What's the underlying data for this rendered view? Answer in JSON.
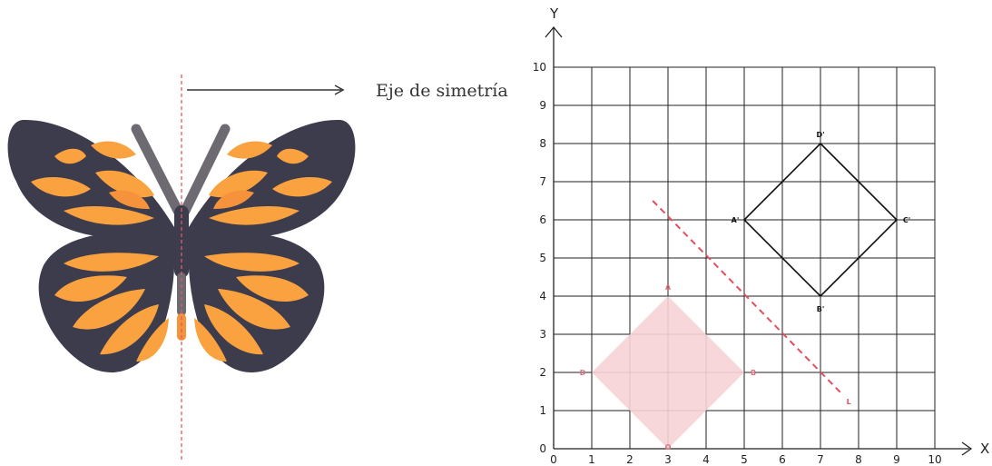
{
  "caption": "Eje de simetría",
  "axes": {
    "x_label": "X",
    "y_label": "Y",
    "x_ticks": [
      "0",
      "1",
      "2",
      "3",
      "4",
      "5",
      "6",
      "7",
      "8",
      "9",
      "10"
    ],
    "y_ticks": [
      "0",
      "1",
      "2",
      "3",
      "4",
      "5",
      "6",
      "7",
      "8",
      "9",
      "10"
    ]
  },
  "shapes": {
    "original": {
      "points": [
        {
          "label": "A",
          "x": 3,
          "y": 4
        },
        {
          "label": "B",
          "x": 5,
          "y": 2
        },
        {
          "label": "O",
          "x": 3,
          "y": 0
        },
        {
          "label": "D",
          "x": 1,
          "y": 2
        }
      ],
      "fill": "#f6d3d6",
      "label_color": "#e0707a"
    },
    "reflected": {
      "points": [
        {
          "label": "D'",
          "x": 7,
          "y": 8
        },
        {
          "label": "C'",
          "x": 9,
          "y": 6
        },
        {
          "label": "B'",
          "x": 7,
          "y": 4
        },
        {
          "label": "A'",
          "x": 5,
          "y": 6
        }
      ],
      "stroke": "#111111"
    }
  },
  "symmetry_line": {
    "label": "L",
    "from": {
      "x": 2.6,
      "y": 6.5
    },
    "to": {
      "x": 7.6,
      "y": 1.4
    },
    "color": "#e0505f"
  },
  "colors": {
    "butterfly_dark": "#3d3c4c",
    "wing_orange": "#f9a23f",
    "wing_deep": "#f5923b",
    "antenna": "#6d6a72",
    "axis_dashed": "#e05b66",
    "arrow": "#333333"
  }
}
